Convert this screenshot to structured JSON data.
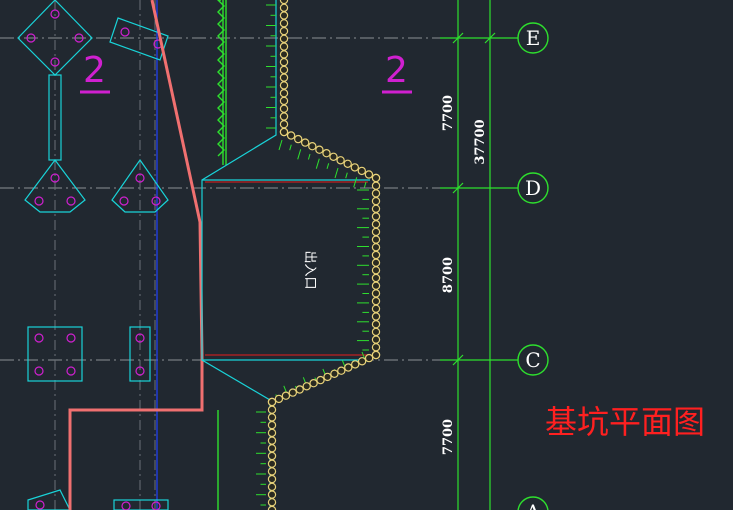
{
  "title": "基坑平面图",
  "section_marks": [
    "2",
    "2"
  ],
  "exit_label": "出入口",
  "grid_axes": [
    {
      "label": "E"
    },
    {
      "label": "D"
    },
    {
      "label": "C"
    },
    {
      "label": "A"
    }
  ],
  "dimensions": {
    "e_to_d": "7700",
    "d_to_c": "8700",
    "c_to_below": "7700",
    "total": "37700"
  },
  "colors": {
    "background": "#212830",
    "structure": "#19d3d8",
    "grid": "#2ee02e",
    "pile_fill": "#f0e08a",
    "red_line": "#f07070",
    "title": "#ff2020",
    "magenta": "#d020d0"
  }
}
